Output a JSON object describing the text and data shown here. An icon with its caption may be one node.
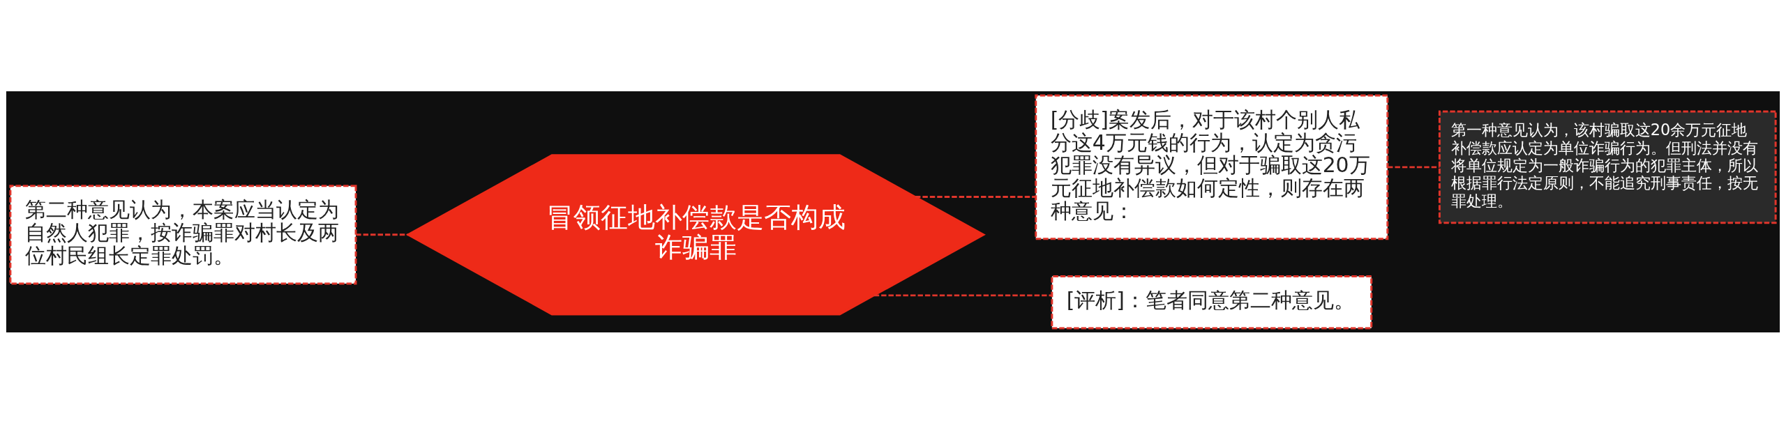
{
  "diagram": {
    "nodes": [
      {
        "text": [
          "第二种意见认为，本案应当认定为自然人犯罪，按诈骗罪对村长及两位村民组长定罪处罚。"
        ]
      },
      {
        "text": [
          "冒领征地补偿款是否构成诈骗罪"
        ]
      },
      {
        "text": [
          "[分歧]案发后，对于该村个别人私分这4万元钱的行为，认定为贪污犯罪没有异议，但对于骗取这20万元征地补偿款如何定性，则存在两种意见："
        ]
      },
      {
        "text": [
          "第一种意见认为，该村骗取这20余万元征地补偿款应认定为单位诈骗行为。但刑法并没有将单位规定为一般诈骗行为的犯罪主体，所以根据罪行法定原则，不能追究刑事责任，按无罪处理。"
        ]
      },
      {
        "text": [
          "[评析]：笔者同意第二种意见。"
        ]
      }
    ],
    "edges": [
      {
        "from": 0,
        "to": 1,
        "arrow": "none",
        "style": "dashed"
      },
      {
        "from": 1,
        "to": 2,
        "arrow": "none",
        "style": "dashed"
      },
      {
        "from": 2,
        "to": 3,
        "arrow": "none",
        "style": "dashed"
      },
      {
        "from": 1,
        "to": 4,
        "arrow": "none",
        "style": "dashed"
      }
    ]
  }
}
